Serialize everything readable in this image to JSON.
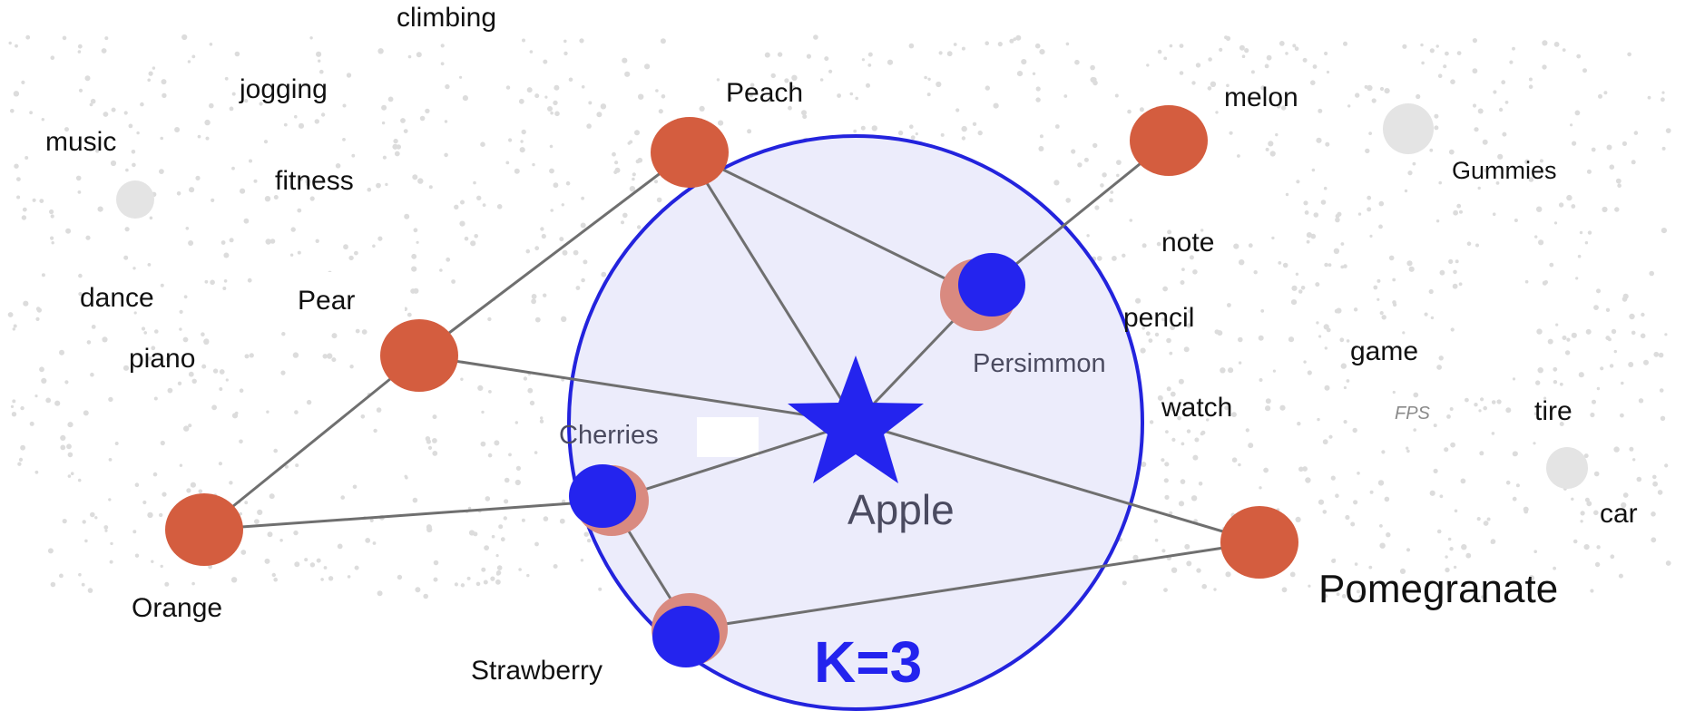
{
  "colors": {
    "neighbor_circle_fill": "#ececfb",
    "neighbor_circle_stroke": "#2323dd",
    "fruit_node": "#d45d3f",
    "fruit_node_shadow": "#d98a80",
    "selected_node": "#2424ee",
    "query_star": "#2424ee",
    "gray_node": "#e4e4e4",
    "edge": "#6f6f6f",
    "noise_dot": "#dcdcdc"
  },
  "k_label": "K=3",
  "query": {
    "label": "Apple",
    "icon": "star-icon"
  },
  "fruit_nodes": [
    {
      "id": "peach",
      "label": "Peach"
    },
    {
      "id": "melon",
      "label": "melon"
    },
    {
      "id": "pear",
      "label": "Pear"
    },
    {
      "id": "orange",
      "label": "Orange"
    },
    {
      "id": "pomegranate",
      "label": "Pomegranate"
    }
  ],
  "neighbor_nodes": [
    {
      "id": "persimmon",
      "label": "Persimmon"
    },
    {
      "id": "cherries",
      "label": "Cherries"
    },
    {
      "id": "strawberry",
      "label": "Strawberry"
    }
  ],
  "gray_nodes": [
    "music-node",
    "gummies-node",
    "car-node"
  ],
  "words": {
    "climbing": "climbing",
    "jogging": "jogging",
    "music": "music",
    "fitness": "fitness",
    "dance": "dance",
    "piano": "piano",
    "gummies": "Gummies",
    "note": "note",
    "pencil": "pencil",
    "game": "game",
    "watch": "watch",
    "fps": "FPS",
    "tire": "tire",
    "car": "car"
  },
  "edges": [
    [
      "pear",
      "peach"
    ],
    [
      "pear",
      "orange"
    ],
    [
      "pear",
      "apple"
    ],
    [
      "peach",
      "apple"
    ],
    [
      "peach",
      "persimmon"
    ],
    [
      "melon",
      "persimmon"
    ],
    [
      "persimmon",
      "apple"
    ],
    [
      "orange",
      "cherries"
    ],
    [
      "cherries",
      "apple"
    ],
    [
      "cherries",
      "strawberry"
    ],
    [
      "apple",
      "pomegranate"
    ],
    [
      "strawberry",
      "pomegranate"
    ]
  ]
}
